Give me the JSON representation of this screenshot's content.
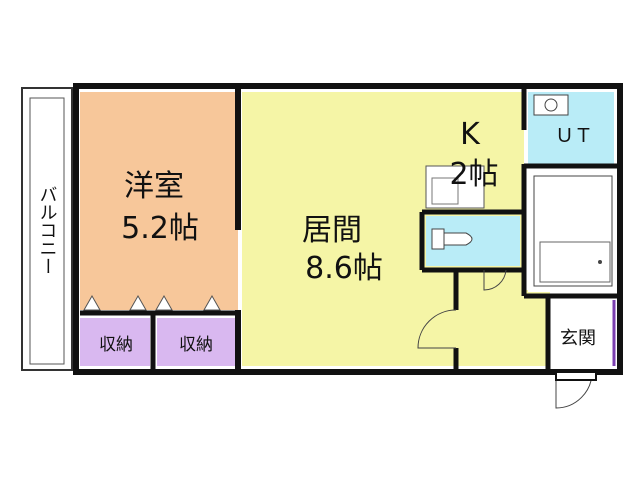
{
  "rooms": {
    "western_room": {
      "name": "洋室",
      "size": "5.2帖"
    },
    "living": {
      "name": "居間",
      "size": "8.6帖"
    },
    "kitchen": {
      "name": "K",
      "size": "2帖"
    },
    "unit_bath": {
      "name": "ＵＴ"
    },
    "entrance": {
      "name": "玄関"
    },
    "storage_1": {
      "name": "収納"
    },
    "storage_2": {
      "name": "収納"
    },
    "balcony": {
      "name": "バルコニー"
    }
  },
  "colors": {
    "western_room": "#f7c79a",
    "living": "#f5f5a6",
    "storage": "#d9b8f0",
    "wet_area": "#b9ecf7",
    "wall": "#111111"
  }
}
